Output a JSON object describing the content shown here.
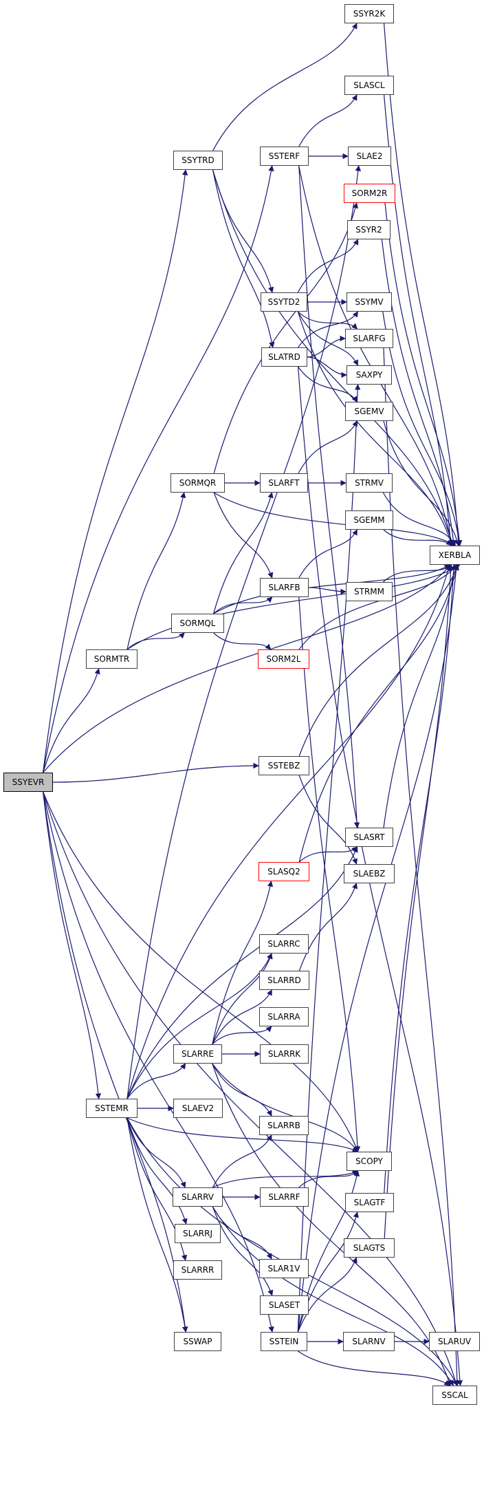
{
  "graph": {
    "type": "call-graph",
    "root": "SSYEVR",
    "colors": {
      "edge": "#191970",
      "node_border": "#404040",
      "root_fill": "#bfbfbf",
      "highlight_border": "#ff0000"
    },
    "nodes": [
      {
        "id": "SSYEVR",
        "label": "SSYEVR",
        "style": "root"
      },
      {
        "id": "SSYR2K",
        "label": "SSYR2K",
        "style": "normal"
      },
      {
        "id": "SLASCL",
        "label": "SLASCL",
        "style": "normal"
      },
      {
        "id": "SSYTRD",
        "label": "SSYTRD",
        "style": "normal"
      },
      {
        "id": "SSTERF",
        "label": "SSTERF",
        "style": "normal"
      },
      {
        "id": "SLAE2",
        "label": "SLAE2",
        "style": "normal"
      },
      {
        "id": "SORM2R",
        "label": "SORM2R",
        "style": "red"
      },
      {
        "id": "SSYR2",
        "label": "SSYR2",
        "style": "normal"
      },
      {
        "id": "SSYTD2",
        "label": "SSYTD2",
        "style": "normal"
      },
      {
        "id": "SSYMV",
        "label": "SSYMV",
        "style": "normal"
      },
      {
        "id": "SLARFG",
        "label": "SLARFG",
        "style": "normal"
      },
      {
        "id": "SLATRD",
        "label": "SLATRD",
        "style": "normal"
      },
      {
        "id": "SAXPY",
        "label": "SAXPY",
        "style": "normal"
      },
      {
        "id": "SGEMV",
        "label": "SGEMV",
        "style": "normal"
      },
      {
        "id": "SORMQR",
        "label": "SORMQR",
        "style": "normal"
      },
      {
        "id": "SLARFT",
        "label": "SLARFT",
        "style": "normal"
      },
      {
        "id": "STRMV",
        "label": "STRMV",
        "style": "normal"
      },
      {
        "id": "SGEMM",
        "label": "SGEMM",
        "style": "normal"
      },
      {
        "id": "XERBLA",
        "label": "XERBLA",
        "style": "normal"
      },
      {
        "id": "SLARFB",
        "label": "SLARFB",
        "style": "normal"
      },
      {
        "id": "STRMM",
        "label": "STRMM",
        "style": "normal"
      },
      {
        "id": "SORMQL",
        "label": "SORMQL",
        "style": "normal"
      },
      {
        "id": "SORMTR",
        "label": "SORMTR",
        "style": "normal"
      },
      {
        "id": "SORM2L",
        "label": "SORM2L",
        "style": "red"
      },
      {
        "id": "SSTEBZ",
        "label": "SSTEBZ",
        "style": "normal"
      },
      {
        "id": "SLASRT",
        "label": "SLASRT",
        "style": "normal"
      },
      {
        "id": "SLASQ2",
        "label": "SLASQ2",
        "style": "red"
      },
      {
        "id": "SLAEBZ",
        "label": "SLAEBZ",
        "style": "normal"
      },
      {
        "id": "SLARRC",
        "label": "SLARRC",
        "style": "normal"
      },
      {
        "id": "SLARRD",
        "label": "SLARRD",
        "style": "normal"
      },
      {
        "id": "SLARRA",
        "label": "SLARRA",
        "style": "normal"
      },
      {
        "id": "SLARRE",
        "label": "SLARRE",
        "style": "normal"
      },
      {
        "id": "SLARRK",
        "label": "SLARRK",
        "style": "normal"
      },
      {
        "id": "SSTEMR",
        "label": "SSTEMR",
        "style": "normal"
      },
      {
        "id": "SLAEV2",
        "label": "SLAEV2",
        "style": "normal"
      },
      {
        "id": "SLARRB",
        "label": "SLARRB",
        "style": "normal"
      },
      {
        "id": "SCOPY",
        "label": "SCOPY",
        "style": "normal"
      },
      {
        "id": "SLARRV",
        "label": "SLARRV",
        "style": "normal"
      },
      {
        "id": "SLARRF",
        "label": "SLARRF",
        "style": "normal"
      },
      {
        "id": "SLAGTF",
        "label": "SLAGTF",
        "style": "normal"
      },
      {
        "id": "SLARRJ",
        "label": "SLARRJ",
        "style": "normal"
      },
      {
        "id": "SLAGTS",
        "label": "SLAGTS",
        "style": "normal"
      },
      {
        "id": "SLAR1V",
        "label": "SLAR1V",
        "style": "normal"
      },
      {
        "id": "SLARRR",
        "label": "SLARRR",
        "style": "normal"
      },
      {
        "id": "SLASET",
        "label": "SLASET",
        "style": "normal"
      },
      {
        "id": "SSWAP",
        "label": "SSWAP",
        "style": "normal"
      },
      {
        "id": "SSTEIN",
        "label": "SSTEIN",
        "style": "normal"
      },
      {
        "id": "SLARNV",
        "label": "SLARNV",
        "style": "normal"
      },
      {
        "id": "SLARUV",
        "label": "SLARUV",
        "style": "normal"
      },
      {
        "id": "SSCAL",
        "label": "SSCAL",
        "style": "normal"
      }
    ],
    "edges": [
      [
        "SSYEVR",
        "SSYTRD"
      ],
      [
        "SSYEVR",
        "SSTERF"
      ],
      [
        "SSYEVR",
        "SORMTR"
      ],
      [
        "SSYEVR",
        "XERBLA"
      ],
      [
        "SSYEVR",
        "SSTEBZ"
      ],
      [
        "SSYEVR",
        "SCOPY"
      ],
      [
        "SSYEVR",
        "SSTEMR"
      ],
      [
        "SSYEVR",
        "SSWAP"
      ],
      [
        "SSYEVR",
        "SSTEIN"
      ],
      [
        "SSYEVR",
        "SSCAL"
      ],
      [
        "SSYTRD",
        "SSYR2K"
      ],
      [
        "SSYTRD",
        "XERBLA"
      ],
      [
        "SSYTRD",
        "SSYTD2"
      ],
      [
        "SSYTRD",
        "SLATRD"
      ],
      [
        "SSTERF",
        "SLASCL"
      ],
      [
        "SSTERF",
        "SLAE2"
      ],
      [
        "SSTERF",
        "XERBLA"
      ],
      [
        "SSTERF",
        "SLASRT"
      ],
      [
        "SSYTD2",
        "SSYR2"
      ],
      [
        "SSYTD2",
        "SSYMV"
      ],
      [
        "SSYTD2",
        "SLARFG"
      ],
      [
        "SSYTD2",
        "SAXPY"
      ],
      [
        "SSYTD2",
        "XERBLA"
      ],
      [
        "SLATRD",
        "SSYMV"
      ],
      [
        "SLATRD",
        "SLARFG"
      ],
      [
        "SLATRD",
        "SAXPY"
      ],
      [
        "SLATRD",
        "SGEMV"
      ],
      [
        "SLATRD",
        "SSCAL"
      ],
      [
        "SORMQR",
        "SORM2R"
      ],
      [
        "SORMQR",
        "XERBLA"
      ],
      [
        "SORMQR",
        "SLARFT"
      ],
      [
        "SORMQR",
        "SLARFB"
      ],
      [
        "SLARFT",
        "SGEMV"
      ],
      [
        "SLARFT",
        "STRMV"
      ],
      [
        "SLARFB",
        "SGEMM"
      ],
      [
        "SLARFB",
        "STRMM"
      ],
      [
        "SLARFB",
        "SCOPY"
      ],
      [
        "SORMQL",
        "SLARFT"
      ],
      [
        "SORMQL",
        "SLARFB"
      ],
      [
        "SORMQL",
        "SORM2L"
      ],
      [
        "SORMQL",
        "XERBLA"
      ],
      [
        "SORMTR",
        "SORMQR"
      ],
      [
        "SORMTR",
        "SORMQL"
      ],
      [
        "SORMTR",
        "XERBLA"
      ],
      [
        "SSTEBZ",
        "XERBLA"
      ],
      [
        "SSTEBZ",
        "SLAEBZ"
      ],
      [
        "SSTEMR",
        "SLAE2"
      ],
      [
        "SSTEMR",
        "SLASRT"
      ],
      [
        "SSTEMR",
        "SLARRC"
      ],
      [
        "SSTEMR",
        "SLARRE"
      ],
      [
        "SSTEMR",
        "SLAEV2"
      ],
      [
        "SSTEMR",
        "SCOPY"
      ],
      [
        "SSTEMR",
        "SLARRV"
      ],
      [
        "SSTEMR",
        "SLARRJ"
      ],
      [
        "SSTEMR",
        "SLARRR"
      ],
      [
        "SSTEMR",
        "SSWAP"
      ],
      [
        "SSTEMR",
        "SSCAL"
      ],
      [
        "SSTEMR",
        "XERBLA"
      ],
      [
        "SLARRE",
        "SLASQ2"
      ],
      [
        "SLARRE",
        "SLARRC"
      ],
      [
        "SLARRE",
        "SLARRD"
      ],
      [
        "SLARRE",
        "SLARRA"
      ],
      [
        "SLARRE",
        "SLARRK"
      ],
      [
        "SLARRE",
        "SLARRB"
      ],
      [
        "SLARRE",
        "SCOPY"
      ],
      [
        "SLARRE",
        "SSCAL"
      ],
      [
        "SLASQ2",
        "SLASRT"
      ],
      [
        "SLASQ2",
        "XERBLA"
      ],
      [
        "SLARRD",
        "SLAEBZ"
      ],
      [
        "SLARRV",
        "SLARRB"
      ],
      [
        "SLARRV",
        "SLARRF"
      ],
      [
        "SLARRV",
        "SCOPY"
      ],
      [
        "SLARRV",
        "SLAR1V"
      ],
      [
        "SLARRV",
        "SLASET"
      ],
      [
        "SLARRV",
        "SSCAL"
      ],
      [
        "SLARRF",
        "SCOPY"
      ],
      [
        "SSTEIN",
        "SCOPY"
      ],
      [
        "SSTEIN",
        "SAXPY"
      ],
      [
        "SSTEIN",
        "SLAGTF"
      ],
      [
        "SSTEIN",
        "SLAGTS"
      ],
      [
        "SSTEIN",
        "SLARNV"
      ],
      [
        "SSTEIN",
        "SSCAL"
      ],
      [
        "SSTEIN",
        "XERBLA"
      ],
      [
        "SLARNV",
        "SLARUV"
      ],
      [
        "SLARFG",
        "SSCAL"
      ],
      [
        "SSYR2K",
        "XERBLA"
      ],
      [
        "SLASCL",
        "XERBLA"
      ],
      [
        "SORM2R",
        "XERBLA"
      ],
      [
        "SSYR2",
        "XERBLA"
      ],
      [
        "SSYMV",
        "XERBLA"
      ],
      [
        "SGEMV",
        "XERBLA"
      ],
      [
        "STRMV",
        "XERBLA"
      ],
      [
        "SGEMM",
        "XERBLA"
      ],
      [
        "STRMM",
        "XERBLA"
      ],
      [
        "SORM2L",
        "XERBLA"
      ],
      [
        "SLASRT",
        "XERBLA"
      ],
      [
        "SLAGTF",
        "XERBLA"
      ],
      [
        "SLAGTS",
        "XERBLA"
      ]
    ]
  }
}
